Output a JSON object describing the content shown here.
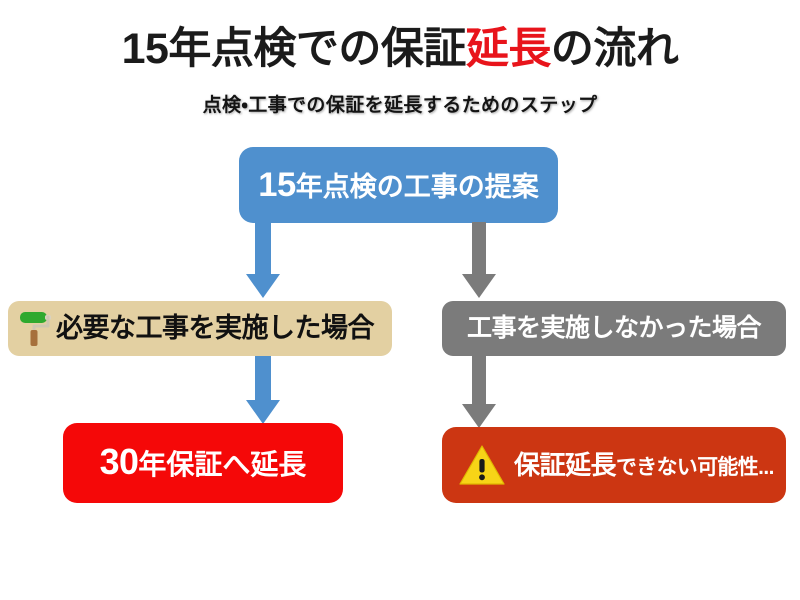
{
  "header": {
    "title_prefix": "15年点検での保証",
    "title_accent": "延長",
    "title_suffix": "の流れ",
    "title_full": "15年点検での保証延長の流れ",
    "subtitle": "点検・工事での保証を延長するためのステップ",
    "accent_color": "#e8141b"
  },
  "flow": {
    "nodes": [
      {
        "id": "proposal",
        "big_text": "15",
        "text": "年点検の工事の提案",
        "full_text": "15年点検の工事の提案",
        "color": "#4f90ce",
        "text_color": "#ffffff",
        "icon": null
      },
      {
        "id": "did-work",
        "big_text": "",
        "text": "必要な工事を実施した場合",
        "full_text": "必要な工事を実施した場合",
        "color": "#e3d0a2",
        "text_color": "#111111",
        "icon": "paint-roller-icon"
      },
      {
        "id": "no-work",
        "big_text": "",
        "text": "工事を実施しなかった場合",
        "full_text": "工事を実施しなかった場合",
        "color": "#7b7b7b",
        "text_color": "#ffffff",
        "icon": null
      },
      {
        "id": "extend",
        "big_text": "30",
        "text": "年保証へ延長",
        "full_text": "30年保証へ延長",
        "color": "#f50808",
        "text_color": "#ffffff",
        "icon": null
      },
      {
        "id": "warning",
        "big_text": "保証延長",
        "text": "できない可能性...",
        "full_text": "保証延長できない可能性...",
        "color": "#cc3612",
        "text_color": "#ffffff",
        "icon": "warning-triangle-icon"
      }
    ],
    "arrows": [
      {
        "id": "proposal-to-did-work",
        "color": "#4f90ce",
        "direction": "down"
      },
      {
        "id": "proposal-to-no-work",
        "color": "#7b7b7b",
        "direction": "down"
      },
      {
        "id": "did-work-to-extend",
        "color": "#4f90ce",
        "direction": "down"
      },
      {
        "id": "no-work-to-warning",
        "color": "#7b7b7b",
        "direction": "down"
      }
    ]
  },
  "icons": {
    "paint_roller": {
      "head_color": "#2fa92f",
      "arm_color": "#d8d2c0",
      "grip_color": "#a6703c"
    },
    "warning_triangle": {
      "fill": "#f7d417",
      "mark": "#1a1a1a"
    }
  }
}
